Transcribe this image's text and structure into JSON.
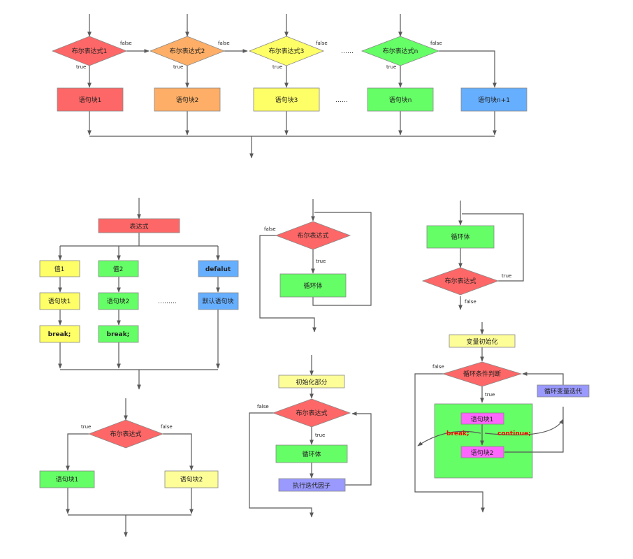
{
  "colors": {
    "red": "#fe6767",
    "orange": "#feae66",
    "yellow": "#fefe66",
    "green": "#65fe66",
    "blue": "#66aefe",
    "lightyellow": "#fefe99",
    "purple": "#9999fe",
    "magenta": "#fe66fe"
  },
  "labels": {
    "true": "true",
    "false": "false",
    "dots": "……",
    "dots_long": "………"
  },
  "ifelse_chain": {
    "conditions": [
      "布尔表达式1",
      "布尔表达式2",
      "布尔表达式3",
      "布尔表达式n"
    ],
    "blocks": [
      "语句块1",
      "语句块2",
      "语句块3",
      "语句块n",
      "语句块n+1"
    ]
  },
  "switch_flow": {
    "expression": "表达式",
    "cases": [
      "值1",
      "值2"
    ],
    "default_case": "defalut",
    "blocks": [
      "语句块1",
      "语句块2"
    ],
    "default_block": "默认语句块",
    "break_label": "break;"
  },
  "if_else": {
    "condition": "布尔表达式",
    "true_block": "语句块1",
    "false_block": "语句块2"
  },
  "while_loop": {
    "condition": "布尔表达式",
    "body": "循环体"
  },
  "do_while_loop": {
    "body": "循环体",
    "condition": "布尔表达式"
  },
  "for_loop": {
    "init": "初始化部分",
    "condition": "布尔表达式",
    "body": "循环体",
    "iterate": "执行迭代因子"
  },
  "break_continue": {
    "init": "变量初始化",
    "condition": "循环条件判断",
    "iterate": "循环变量迭代",
    "block1": "语句块1",
    "block2": "语句块2",
    "break_label": "break;",
    "continue_label": "continue;"
  }
}
